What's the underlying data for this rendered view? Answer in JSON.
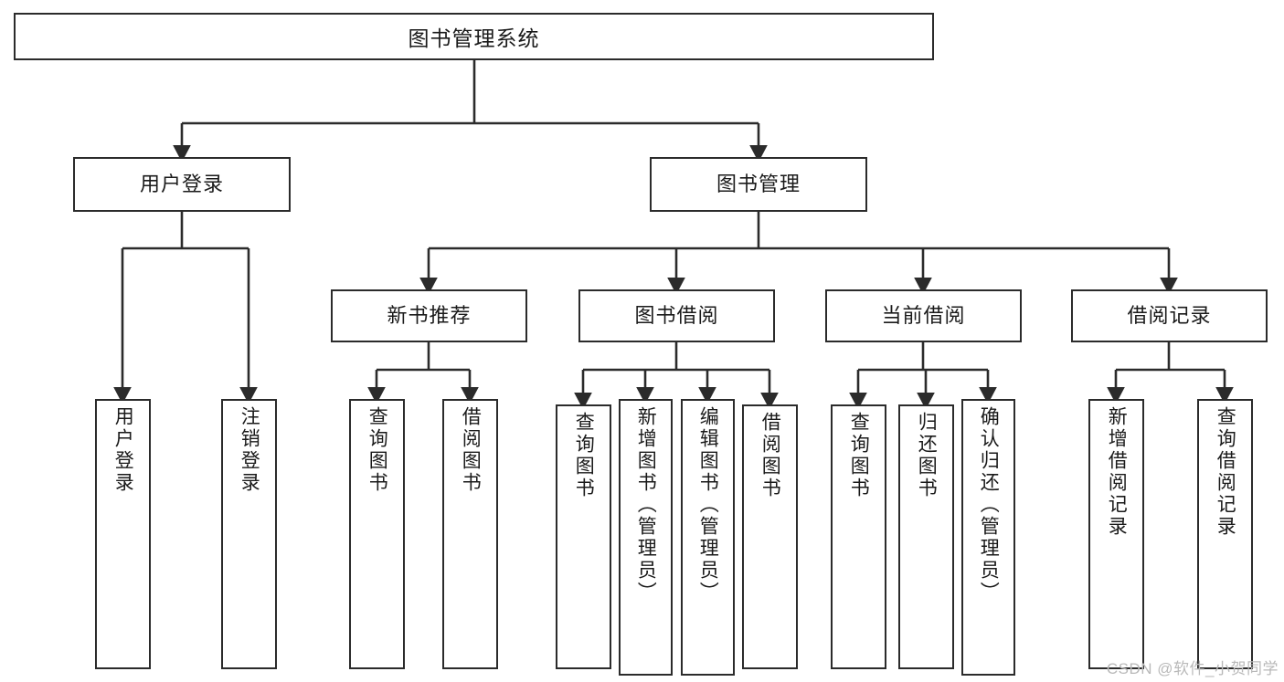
{
  "diagram": {
    "title": "图书管理系统",
    "type": "functional-structure-tree",
    "root": {
      "label": "图书管理系统"
    },
    "level1": [
      {
        "label": "用户登录"
      },
      {
        "label": "图书管理"
      }
    ],
    "level2": [
      {
        "label": "新书推荐"
      },
      {
        "label": "图书借阅"
      },
      {
        "label": "当前借阅"
      },
      {
        "label": "借阅记录"
      }
    ],
    "leaves": {
      "user_login": [
        {
          "label": "用户登录"
        },
        {
          "label": "注销登录"
        }
      ],
      "new_book_recommend": [
        {
          "label": "查询图书"
        },
        {
          "label": "借阅图书"
        }
      ],
      "book_borrow": [
        {
          "label": "查询图书"
        },
        {
          "label": "新增图书（管理员）"
        },
        {
          "label": "编辑图书（管理员）"
        },
        {
          "label": "借阅图书"
        }
      ],
      "current_borrow": [
        {
          "label": "查询图书"
        },
        {
          "label": "归还图书"
        },
        {
          "label": "确认归还（管理员）"
        }
      ],
      "borrow_record": [
        {
          "label": "新增借阅记录"
        },
        {
          "label": "查询借阅记录"
        }
      ]
    }
  },
  "watermark": {
    "text": "CSDN @软件_小贺同学"
  },
  "colors": {
    "stroke": "#2b2b2b",
    "background": "#ffffff",
    "watermark": "#b9b9b9"
  }
}
